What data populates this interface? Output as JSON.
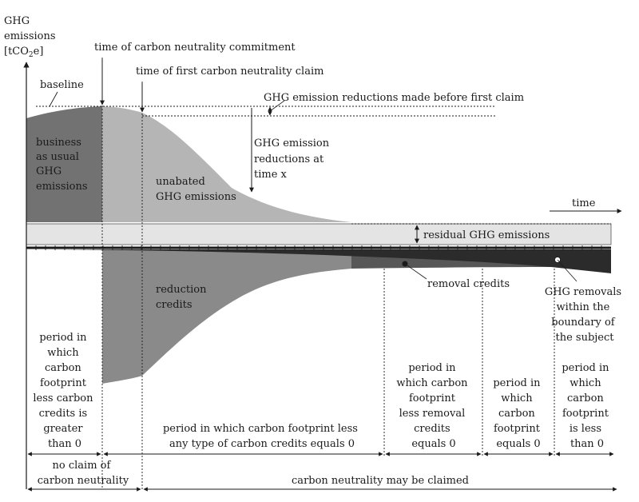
{
  "axis": {
    "y_label_line1": "GHG",
    "y_label_line2": "emissions",
    "y_label_line3_pre": "[tCO",
    "y_label_line3_sub": "2",
    "y_label_line3_post": "e]",
    "x_label": "time"
  },
  "markers": {
    "commitment": "time of carbon neutrality commitment",
    "first_claim": "time of first carbon neutrality claim",
    "baseline": "baseline",
    "reductions_before_claim": "GHG emission reductions made before first claim"
  },
  "reductions_at_x": [
    "GHG emission",
    "reductions at",
    "time x"
  ],
  "regions": {
    "business_as_usual": [
      "business",
      "as usual",
      "GHG",
      "emissions"
    ],
    "unabated": [
      "unabated",
      "GHG emissions"
    ],
    "residual": "residual GHG emissions",
    "reduction_credits": [
      "reduction",
      "credits"
    ],
    "removal_credits": "removal credits",
    "removals_within": [
      "GHG removals",
      "within the",
      "boundary of",
      "the subject"
    ]
  },
  "periods": {
    "p1": [
      "period in",
      "which",
      "carbon",
      "footprint",
      "less carbon",
      "credits is",
      "greater",
      "than 0"
    ],
    "p2": [
      "period in which carbon footprint less",
      "any type of carbon credits equals 0"
    ],
    "p3": [
      "period in",
      "which carbon",
      "footprint",
      "less removal",
      "credits",
      "equals 0"
    ],
    "p4": [
      "period in",
      "which",
      "carbon",
      "footprint",
      "equals 0"
    ],
    "p5": [
      "period in",
      "which",
      "carbon",
      "footprint",
      "is less",
      "than 0"
    ]
  },
  "claims": {
    "no_claim": [
      "no claim of",
      "carbon neutrality"
    ],
    "may_claim": "carbon neutrality may be claimed"
  },
  "colors": {
    "business_as_usual": "#727272",
    "unabated": "#b5b5b5",
    "residual_band": "#e4e4e4",
    "reduction_credits": "#8a8a8a",
    "removal_credits": "#575757",
    "removals_within": "#2b2b2b"
  }
}
